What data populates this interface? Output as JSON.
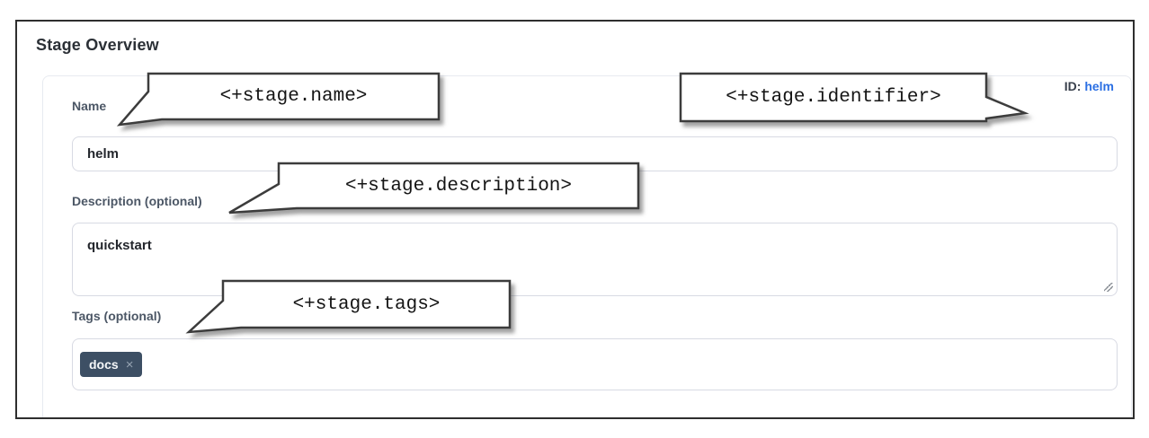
{
  "page": {
    "title": "Stage Overview"
  },
  "form": {
    "name": {
      "label": "Name",
      "value": "helm"
    },
    "identifier": {
      "label": "ID:",
      "value": "helm"
    },
    "description": {
      "label": "Description (optional)",
      "value": "quickstart"
    },
    "tags": {
      "label": "Tags (optional)",
      "chips": [
        {
          "label": "docs"
        }
      ]
    }
  },
  "icons": {
    "tag_remove": "×"
  },
  "annotations": {
    "name": "<+stage.name>",
    "identifier": "<+stage.identifier>",
    "description": "<+stage.description>",
    "tags": "<+stage.tags>"
  },
  "colors": {
    "id_link": "#2b6fe3",
    "chip_background": "#3d4f64",
    "label_text": "#4c5766",
    "callout_border": "#3c3c3c",
    "frame_border": "#2e2e2e"
  }
}
